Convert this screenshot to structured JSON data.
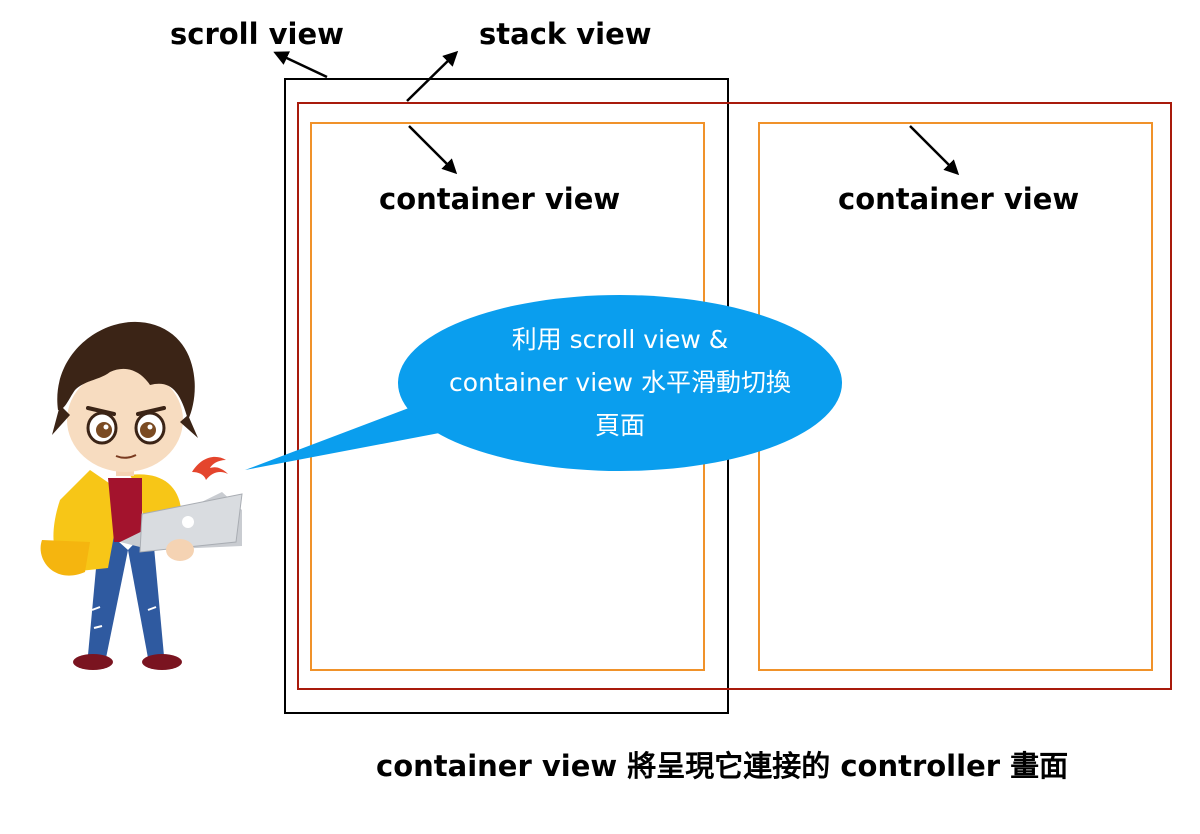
{
  "labels": {
    "scroll_view": "scroll view",
    "stack_view": "stack view",
    "container_view_left": "container view",
    "container_view_right": "container view"
  },
  "speech_bubble": {
    "lines": [
      "利用 scroll view &",
      "container view 水平滑動切換",
      "頁面"
    ],
    "color": "#0a9eee"
  },
  "caption": "container view 將呈現它連接的 controller 畫面",
  "colors": {
    "scroll_view_border": "#000000",
    "stack_view_border": "#a81a0c",
    "container_view_border": "#f0922a"
  },
  "icons": {
    "character": "boy-with-laptop-illustration",
    "swift_logo": "swift-bird-icon"
  }
}
